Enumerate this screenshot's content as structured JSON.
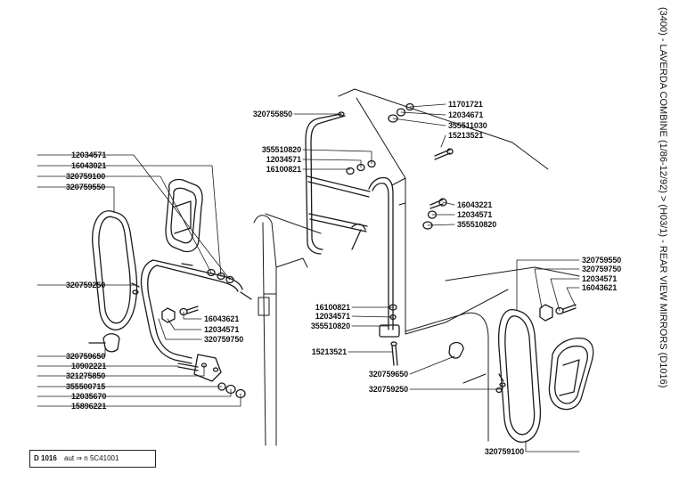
{
  "side_title": "(3400) - LAVERDA COMBINE (1/86-12/92) > (H03/1) - REAR VIEW MIRRORS (D1016)",
  "diagram_ref": {
    "code": "D 1016",
    "note": "aut ⇒ n 5C41001"
  },
  "part_labels": [
    {
      "id": "p01",
      "text": "320755850"
    },
    {
      "id": "p02",
      "text": "11701721"
    },
    {
      "id": "p03",
      "text": "12034671"
    },
    {
      "id": "p04",
      "text": "355511030"
    },
    {
      "id": "p05",
      "text": "15213521"
    },
    {
      "id": "p06",
      "text": "355510820"
    },
    {
      "id": "p07",
      "text": "12034571"
    },
    {
      "id": "p08",
      "text": "16100821"
    },
    {
      "id": "p09",
      "text": "16043221"
    },
    {
      "id": "p10",
      "text": "12034571"
    },
    {
      "id": "p11",
      "text": "355510820"
    },
    {
      "id": "p12",
      "text": "12034571"
    },
    {
      "id": "p13",
      "text": "16043021"
    },
    {
      "id": "p14",
      "text": "320759100"
    },
    {
      "id": "p15",
      "text": "320759550"
    },
    {
      "id": "p16",
      "text": "320759250"
    },
    {
      "id": "p17",
      "text": "16043621"
    },
    {
      "id": "p18",
      "text": "12034571"
    },
    {
      "id": "p19",
      "text": "320759750"
    },
    {
      "id": "p20",
      "text": "320759650"
    },
    {
      "id": "p21",
      "text": "10902221"
    },
    {
      "id": "p22",
      "text": "321275850"
    },
    {
      "id": "p23",
      "text": "355500715"
    },
    {
      "id": "p24",
      "text": "12035670"
    },
    {
      "id": "p25",
      "text": "15896221"
    },
    {
      "id": "p26",
      "text": "16100821"
    },
    {
      "id": "p27",
      "text": "12034571"
    },
    {
      "id": "p28",
      "text": "355510820"
    },
    {
      "id": "p29",
      "text": "15213521"
    },
    {
      "id": "p30",
      "text": "320759650"
    },
    {
      "id": "p31",
      "text": "320759250"
    },
    {
      "id": "p32",
      "text": "320759550"
    },
    {
      "id": "p33",
      "text": "320759750"
    },
    {
      "id": "p34",
      "text": "12034571"
    },
    {
      "id": "p35",
      "text": "16043621"
    },
    {
      "id": "p36",
      "text": "320759100"
    }
  ]
}
